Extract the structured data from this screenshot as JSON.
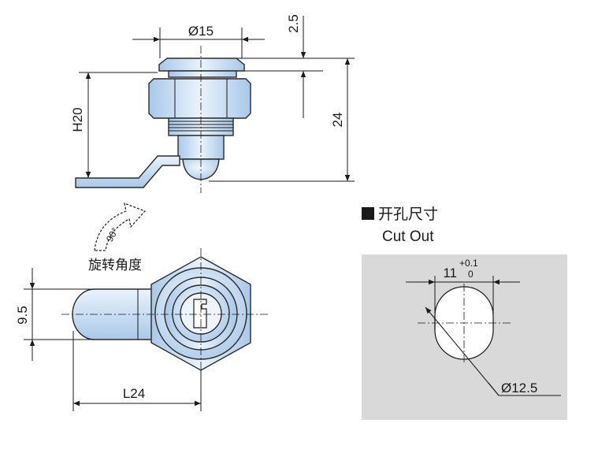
{
  "top_view": {
    "dim_diameter": "Ø15",
    "dim_head": "2.5",
    "dim_height": "H20",
    "dim_total": "24"
  },
  "rotation": {
    "angle_label": "90°",
    "caption": "旋转角度"
  },
  "bottom_view": {
    "dim_width": "9.5",
    "dim_length": "L24"
  },
  "cutout": {
    "title_cn": "开孔尺寸",
    "title_en": "Cut Out",
    "dim_flat_main": "11",
    "dim_flat_tol_upper": "+0.1",
    "dim_flat_tol_lower": "0",
    "dim_diameter": "Ø12.5",
    "panel_color": "#d9d9d9"
  },
  "colors": {
    "part_fill": "#cfe3f7",
    "part_light": "#e6f1fb",
    "part_dark": "#a9c8e8"
  }
}
